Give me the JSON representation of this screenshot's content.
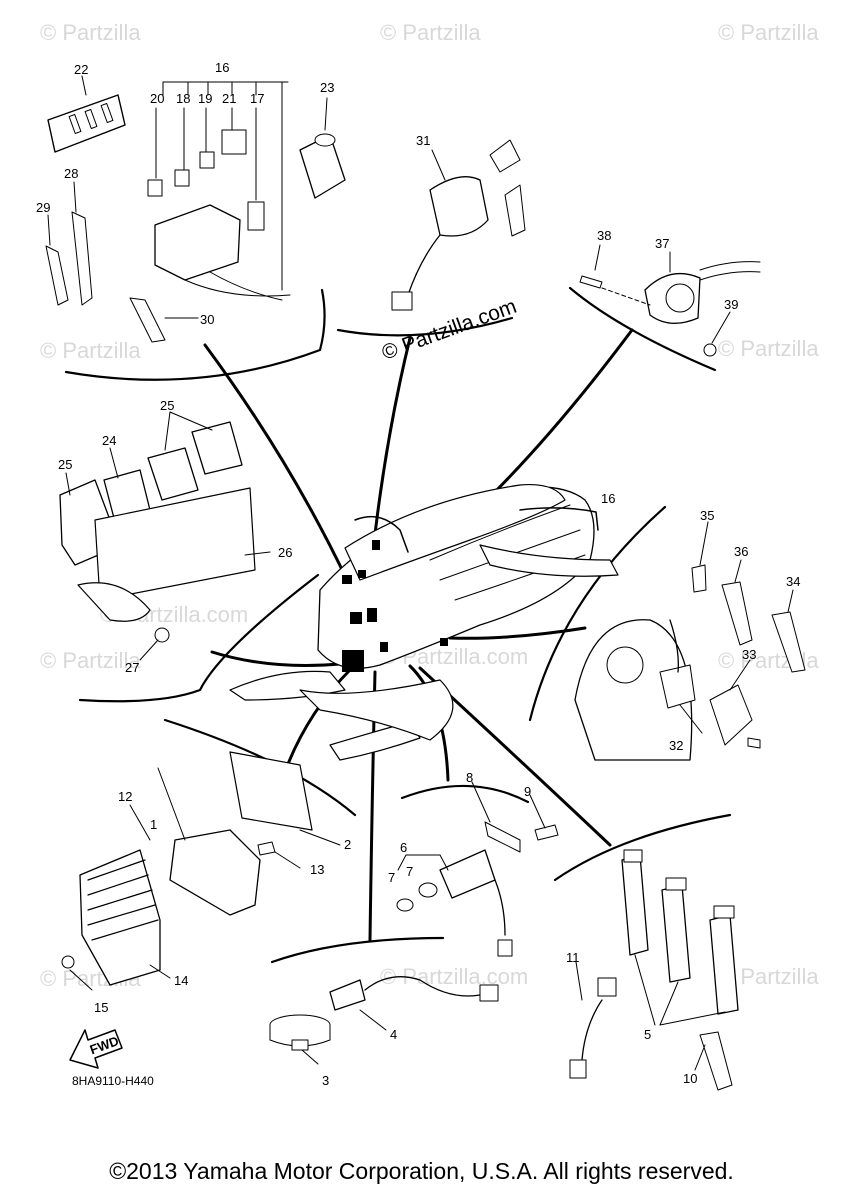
{
  "watermarks": [
    "© Partzilla",
    "© Partzilla",
    "© Partzilla",
    "© Partzilla",
    "© Partzilla",
    "© Partzilla",
    "© Partzilla.com",
    "© Partzilla",
    "© Partzilla.com",
    "© Partzilla",
    "© Partzilla.com",
    "© Partzilla"
  ],
  "watermark_center": "© Partzilla.com",
  "callouts": {
    "c1": "1",
    "c2": "2",
    "c3": "3",
    "c4": "4",
    "c5": "5",
    "c6": "6",
    "c7a": "7",
    "c7b": "7",
    "c8": "8",
    "c9": "9",
    "c10": "10",
    "c11": "11",
    "c12": "12",
    "c13": "13",
    "c14": "14",
    "c15": "15",
    "c16a": "16",
    "c16b": "16",
    "c17": "17",
    "c18": "18",
    "c19": "19",
    "c20": "20",
    "c21": "21",
    "c22": "22",
    "c23": "23",
    "c24": "24",
    "c25a": "25",
    "c25b": "25",
    "c26": "26",
    "c27": "27",
    "c28": "28",
    "c29": "29",
    "c30": "30",
    "c31": "31",
    "c32": "32",
    "c33": "33",
    "c34": "34",
    "c35": "35",
    "c36": "36",
    "c37": "37",
    "c38": "38",
    "c39": "39"
  },
  "fwd_label": "FWD",
  "diagram_code": "8HA9110-H440",
  "copyright": "©2013 Yamaha Motor Corporation, U.S.A. All rights reserved."
}
